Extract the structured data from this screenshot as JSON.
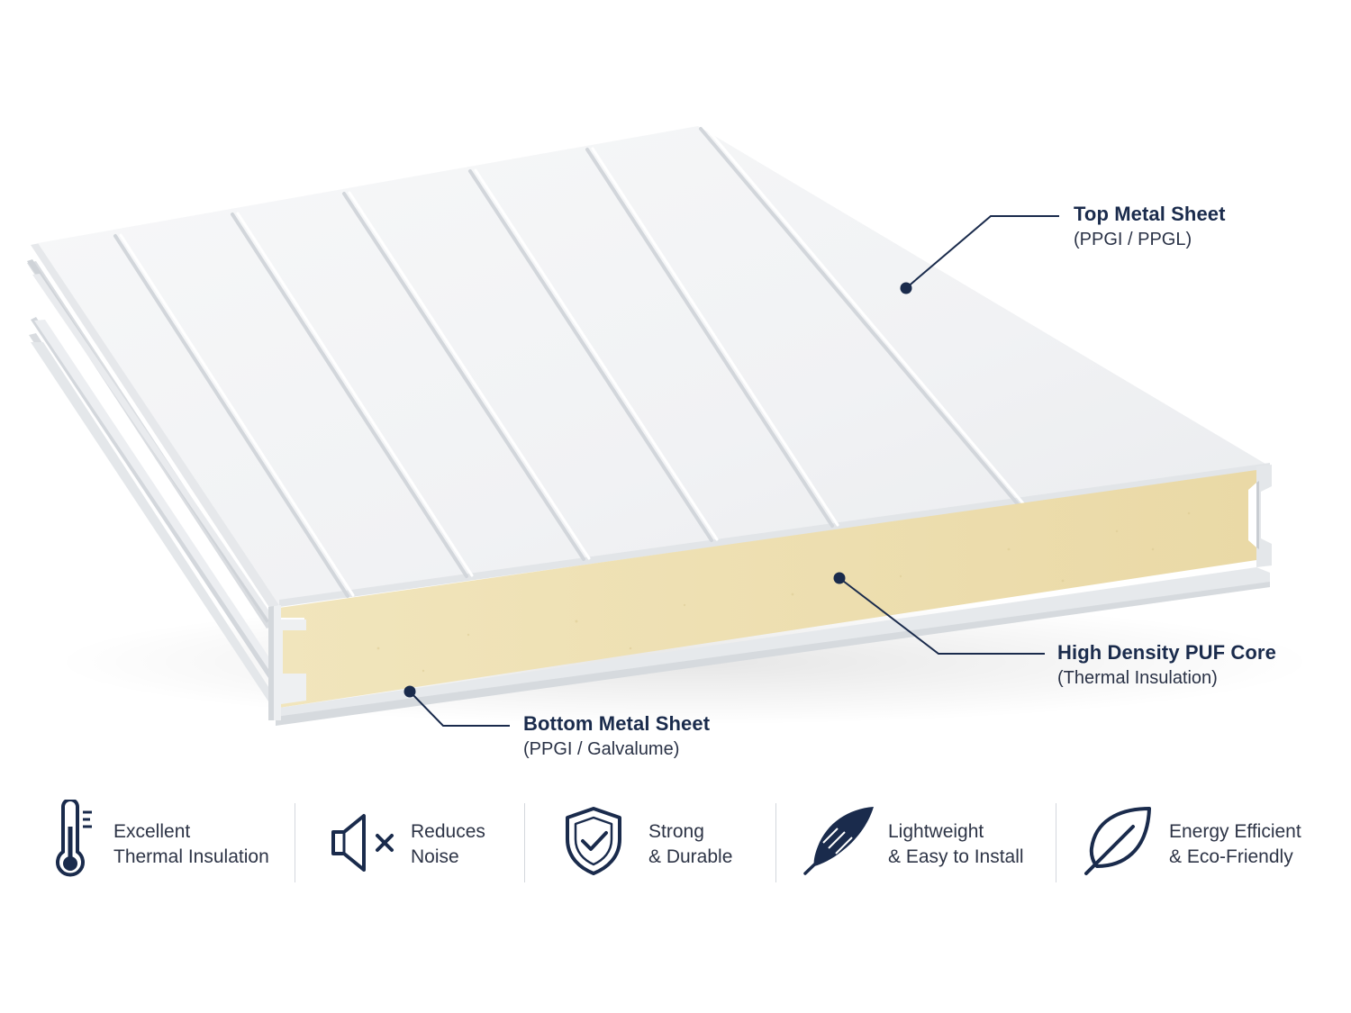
{
  "callouts": {
    "top_sheet": {
      "title": "Top Metal Sheet",
      "subtitle": "(PPGI / PPGL)"
    },
    "core": {
      "title": "High Density PUF Core",
      "subtitle": "(Thermal Insulation)"
    },
    "bottom_sheet": {
      "title": "Bottom Metal Sheet",
      "subtitle": "(PPGI / Galvalume)"
    }
  },
  "features": [
    {
      "icon": "thermometer-icon",
      "line1": "Excellent",
      "line2": "Thermal Insulation"
    },
    {
      "icon": "speaker-mute-icon",
      "line1": "Reduces",
      "line2": "Noise"
    },
    {
      "icon": "shield-check-icon",
      "line1": "Strong",
      "line2": "& Durable"
    },
    {
      "icon": "feather-icon",
      "line1": "Lightweight",
      "line2": "& Easy to Install"
    },
    {
      "icon": "leaf-icon",
      "line1": "Energy Efficient",
      "line2": "& Eco-Friendly"
    }
  ],
  "colors": {
    "navy": "#1a2b4c",
    "foam": "#efe2b4",
    "metal": "#f4f5f6"
  }
}
